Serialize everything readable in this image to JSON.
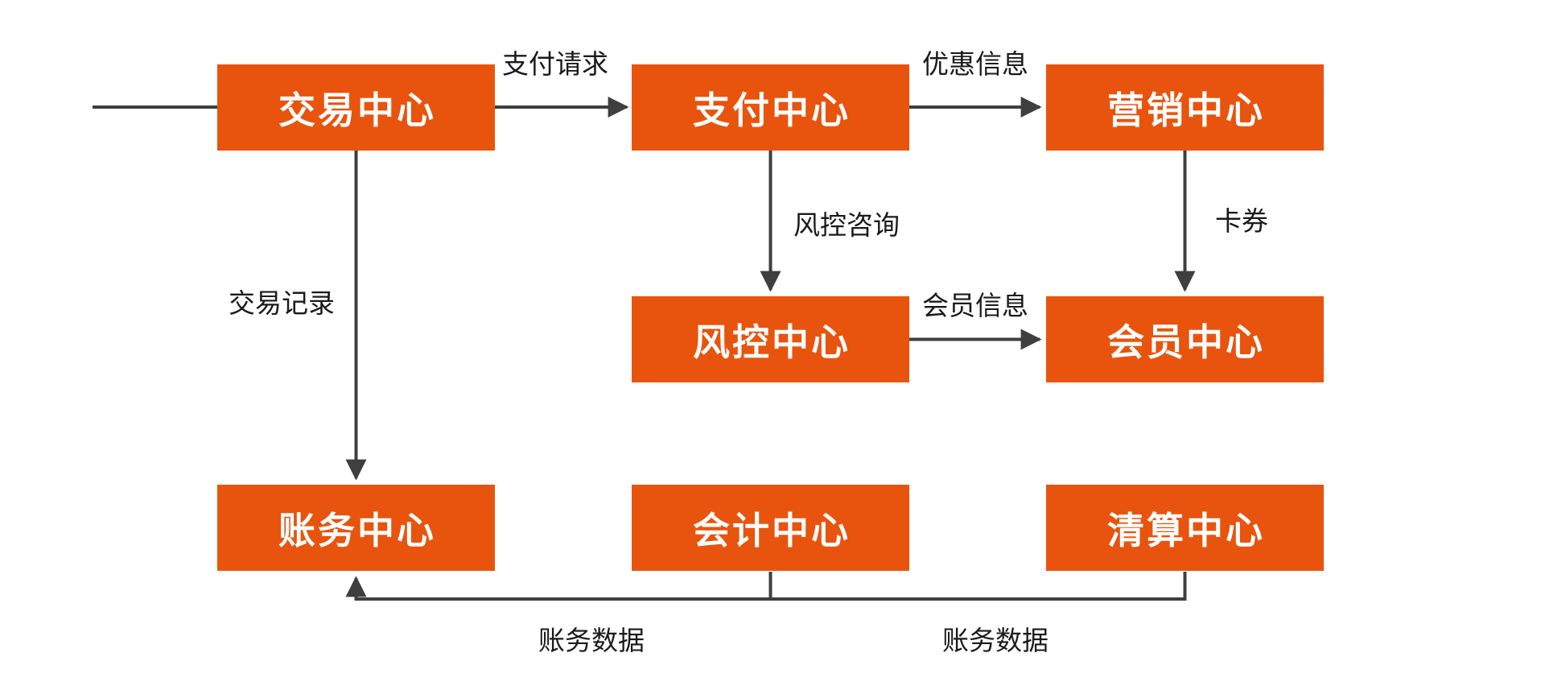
{
  "theme": {
    "background": "#ffffff",
    "node_fill": "#e8540d",
    "node_text": "#ffffff",
    "arrow_color": "#3f3f3f",
    "label_text": "#1a1a1a"
  },
  "diagram": {
    "title": "",
    "nodes": [
      {
        "id": "trade-center",
        "label": "交易中心"
      },
      {
        "id": "payment-center",
        "label": "支付中心"
      },
      {
        "id": "marketing-center",
        "label": "营销中心"
      },
      {
        "id": "risk-center",
        "label": "风控中心"
      },
      {
        "id": "member-center",
        "label": "会员中心"
      },
      {
        "id": "account-center",
        "label": "账务中心"
      },
      {
        "id": "accounting-center",
        "label": "会计中心"
      },
      {
        "id": "clearing-center",
        "label": "清算中心"
      }
    ],
    "edges": [
      {
        "from": "交易中心",
        "to": "支付中心",
        "label": "支付请求"
      },
      {
        "from": "支付中心",
        "to": "营销中心",
        "label": "优惠信息"
      },
      {
        "from": "支付中心",
        "to": "风控中心",
        "label": "风控咨询"
      },
      {
        "from": "营销中心",
        "to": "会员中心",
        "label": "卡券"
      },
      {
        "from": "风控中心",
        "to": "会员中心",
        "label": "会员信息"
      },
      {
        "from": "交易中心",
        "to": "账务中心",
        "label": "交易记录"
      },
      {
        "from": "会计中心",
        "to": "账务中心",
        "label": "账务数据"
      },
      {
        "from": "清算中心",
        "to": "账务中心",
        "label": "账务数据"
      }
    ]
  }
}
